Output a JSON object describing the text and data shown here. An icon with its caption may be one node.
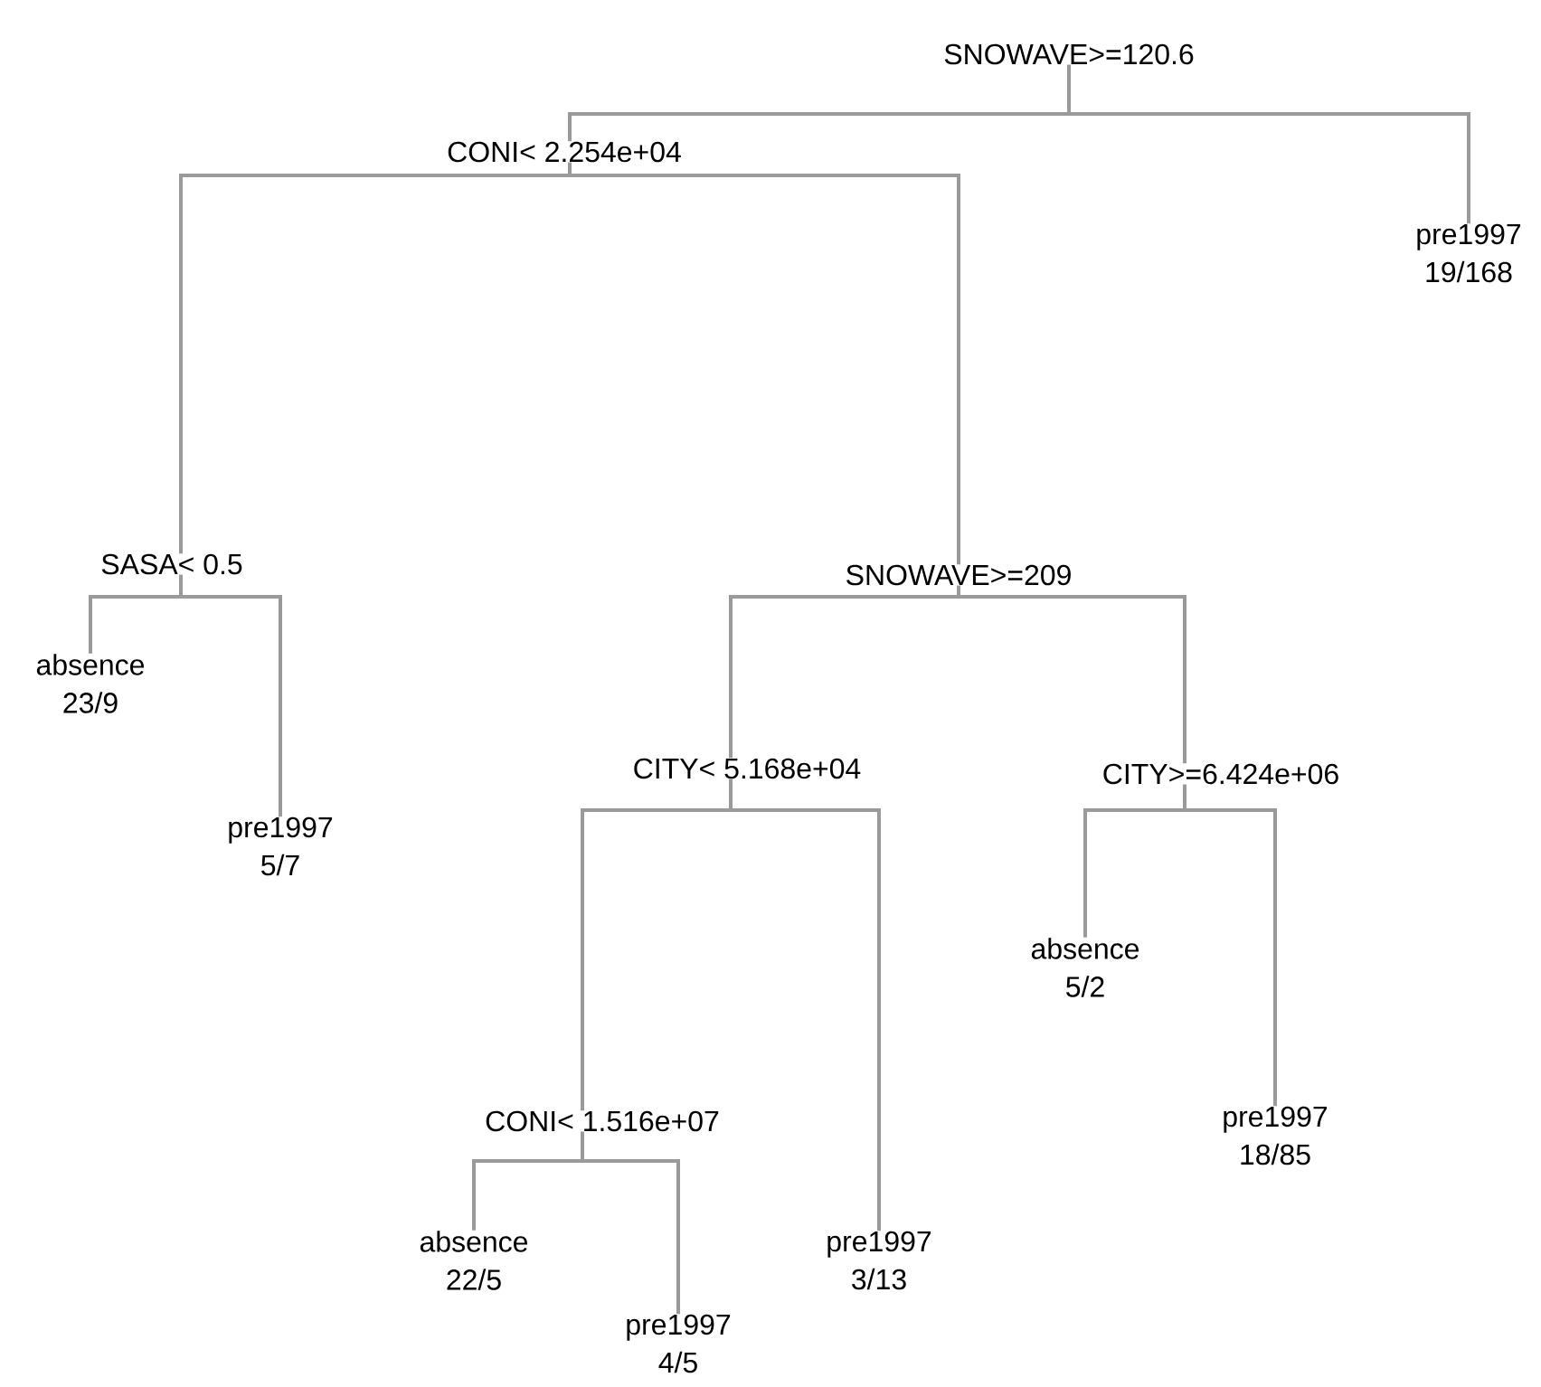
{
  "diagram": {
    "nodes": [
      {
        "text": [
          "SNOWAVE>=120.6"
        ]
      },
      {
        "text": [
          "CONI< 2.254e+04"
        ]
      },
      {
        "text": [
          "SASA< 0.5"
        ]
      },
      {
        "text": [
          "absence",
          "23/9"
        ]
      },
      {
        "text": [
          "pre1997",
          "5/7"
        ]
      },
      {
        "text": [
          "SNOWAVE>=209"
        ]
      },
      {
        "text": [
          "CITY< 5.168e+04"
        ]
      },
      {
        "text": [
          "CONI< 1.516e+07"
        ]
      },
      {
        "text": [
          "absence",
          "22/5"
        ]
      },
      {
        "text": [
          "pre1997",
          "4/5"
        ]
      },
      {
        "text": [
          "pre1997",
          "3/13"
        ]
      },
      {
        "text": [
          "CITY>=6.424e+06"
        ]
      },
      {
        "text": [
          "absence",
          "5/2"
        ]
      },
      {
        "text": [
          "pre1997",
          "18/85"
        ]
      },
      {
        "text": [
          "pre1997",
          "19/168"
        ]
      }
    ],
    "edges": [
      {
        "from": 0,
        "to": 1,
        "arrow": "none"
      },
      {
        "from": 0,
        "to": 14,
        "arrow": "none"
      },
      {
        "from": 1,
        "to": 2,
        "arrow": "none"
      },
      {
        "from": 1,
        "to": 5,
        "arrow": "none"
      },
      {
        "from": 2,
        "to": 3,
        "arrow": "none"
      },
      {
        "from": 2,
        "to": 4,
        "arrow": "none"
      },
      {
        "from": 5,
        "to": 6,
        "arrow": "none"
      },
      {
        "from": 5,
        "to": 11,
        "arrow": "none"
      },
      {
        "from": 6,
        "to": 7,
        "arrow": "none"
      },
      {
        "from": 6,
        "to": 10,
        "arrow": "none"
      },
      {
        "from": 7,
        "to": 8,
        "arrow": "none"
      },
      {
        "from": 7,
        "to": 9,
        "arrow": "none"
      },
      {
        "from": 11,
        "to": 12,
        "arrow": "none"
      },
      {
        "from": 11,
        "to": 13,
        "arrow": "none"
      }
    ]
  }
}
